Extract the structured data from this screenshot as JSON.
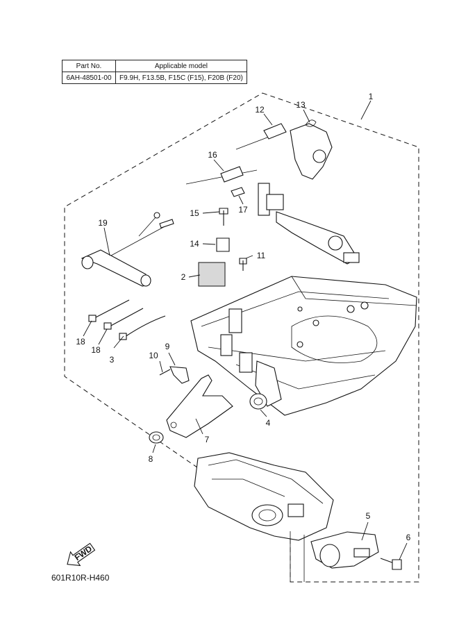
{
  "table": {
    "header_part": "Part No.",
    "header_model": "Applicable model",
    "part_no": "6AH-48501-00",
    "models": "F9.9H, F13.5B, F15C (F15), F20B (F20)"
  },
  "callouts": [
    "1",
    "2",
    "3",
    "4",
    "5",
    "6",
    "7",
    "8",
    "9",
    "10",
    "11",
    "12",
    "13",
    "14",
    "15",
    "16",
    "17",
    "18",
    "18",
    "19"
  ],
  "fwd_label": "FWD",
  "diagram_code": "601R10R-H460"
}
